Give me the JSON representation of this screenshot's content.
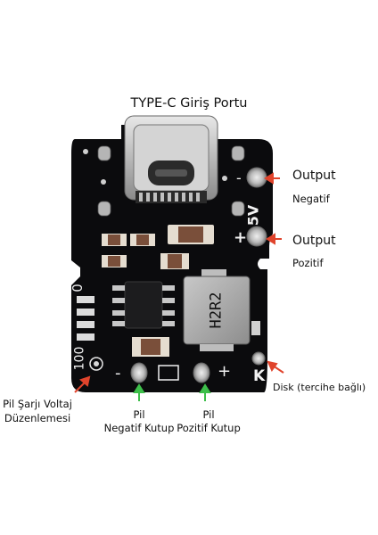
{
  "title": "TYPE-C Giriş Portu",
  "labels": {
    "output_negative_title": "Output",
    "output_negative_sub": "Negatif",
    "output_positive_title": "Output",
    "output_positive_sub": "Pozitif",
    "disk": "Disk (tercihe bağlı)",
    "pil_voltage_line1": "Pil Şarjı Voltaj",
    "pil_voltage_line2": "Düzenlemesi",
    "pil_neg_line1": "Pil",
    "pil_neg_line2": "Negatif Kutup",
    "pil_pos_line1": "Pil",
    "pil_pos_line2": "Pozitif Kutup"
  },
  "silkscreen": {
    "minus_top": "-",
    "five_v": "5V",
    "plus_top": "+",
    "inductor": "H2R2",
    "zero": "0",
    "hundred": "100",
    "minus_bottom": "-",
    "plus_bottom": "+",
    "k": "K"
  },
  "colors": {
    "board": "#0b0b0d",
    "arrow_red": "#e0442c",
    "arrow_green": "#3dbf4a",
    "silk": "#f2f2f2",
    "copper_pad": "#c9c9c9"
  }
}
